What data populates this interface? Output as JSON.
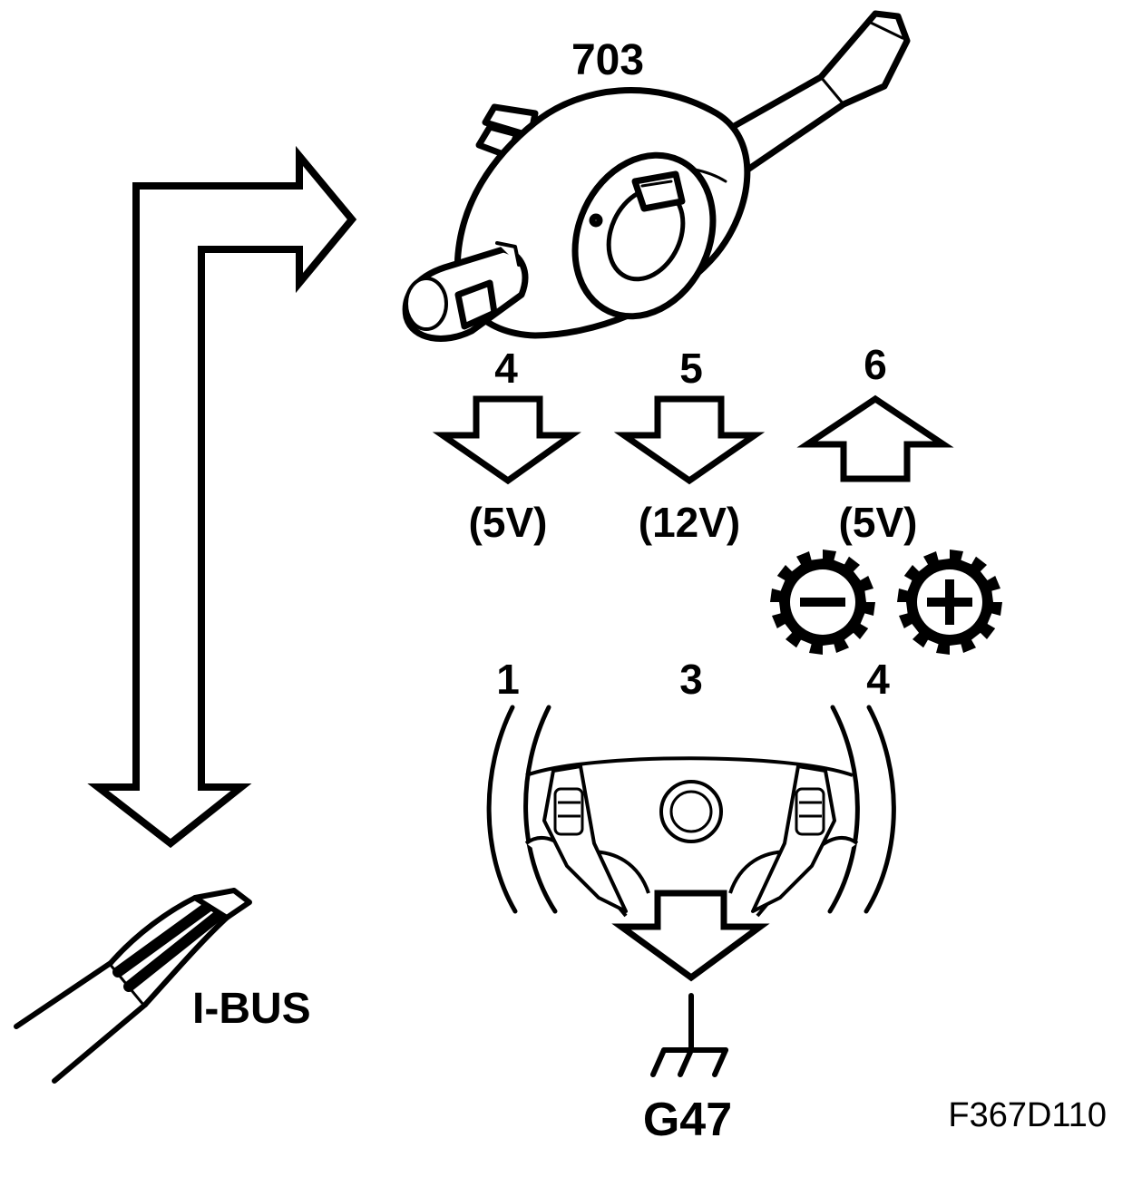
{
  "component": {
    "number": "703"
  },
  "pins": [
    {
      "number": "4",
      "voltage": "(5V)",
      "direction": "down"
    },
    {
      "number": "5",
      "voltage": "(12V)",
      "direction": "down"
    },
    {
      "number": "6",
      "voltage": "(5V)",
      "direction": "up"
    }
  ],
  "wheel_labels": [
    "1",
    "3",
    "4"
  ],
  "bus_label": "I-BUS",
  "ground_label": "G47",
  "figure_code": "F367D110",
  "icons": [
    "minus-gear-icon",
    "plus-gear-icon",
    "ground-symbol-icon",
    "cable-connector-icon",
    "steering-wheel-icon",
    "stalk-switch-icon"
  ]
}
